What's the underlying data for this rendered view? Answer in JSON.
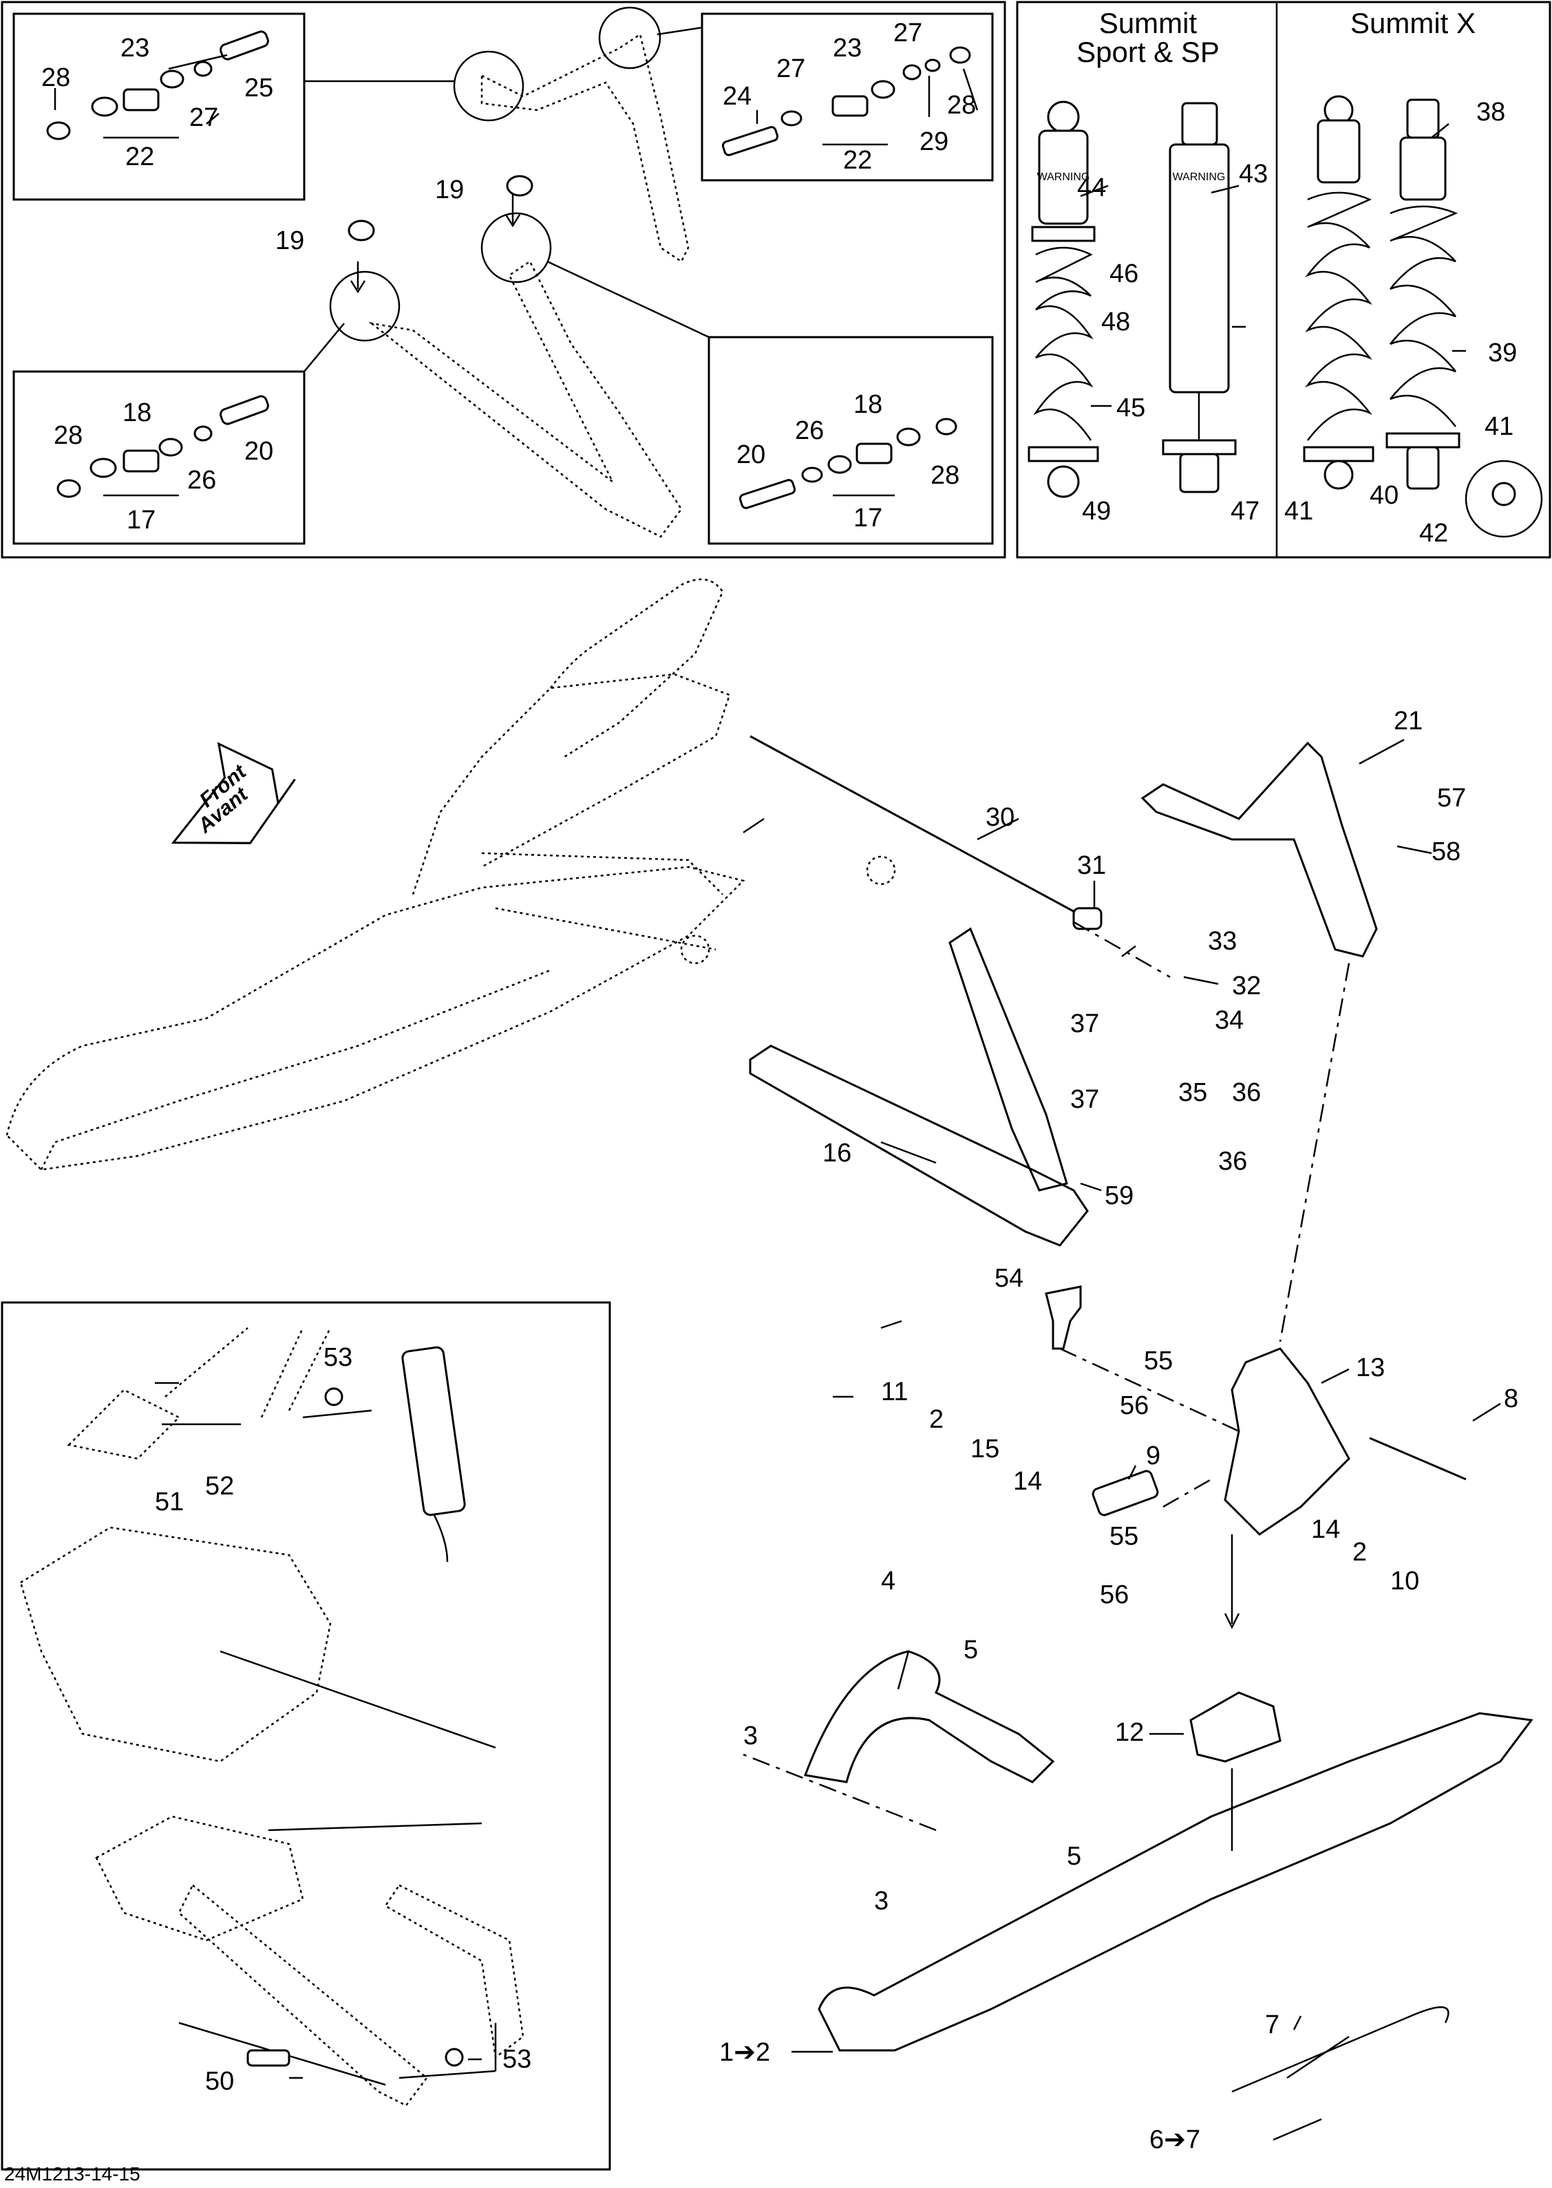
{
  "headers": {
    "summit_sport": "Summit\nSport & SP",
    "summit_x": "Summit X"
  },
  "arrow_label": [
    "Front",
    "Avant"
  ],
  "warning_label": "WARNING",
  "figure_id": "24M1213-14-15",
  "callouts": {
    "c1": "1",
    "c2": "2",
    "c3": "3",
    "c4": "4",
    "c5": "5",
    "c6": "6",
    "c7": "7",
    "c8": "8",
    "c9": "9",
    "c10": "10",
    "c11": "11",
    "c12": "12",
    "c13": "13",
    "c14": "14",
    "c15": "15",
    "c16": "16",
    "c17": "17",
    "c18": "18",
    "c19": "19",
    "c20": "20",
    "c21": "21",
    "c22": "22",
    "c23": "23",
    "c24": "24",
    "c25": "25",
    "c26": "26",
    "c27": "27",
    "c28": "28",
    "c29": "29",
    "c30": "30",
    "c31": "31",
    "c32": "32",
    "c33": "33",
    "c34": "34",
    "c35": "35",
    "c36": "36",
    "c37": "37",
    "c38": "38",
    "c39": "39",
    "c40": "40",
    "c41": "41",
    "c42": "42",
    "c43": "43",
    "c44": "44",
    "c45": "45",
    "c46": "46",
    "c47": "47",
    "c48": "48",
    "c49": "49",
    "c50": "50",
    "c51": "51",
    "c52": "52",
    "c53": "53",
    "c54": "54",
    "c55": "55",
    "c56": "56",
    "c57": "57",
    "c58": "58",
    "c59": "59",
    "c1to2": "1➔2",
    "c6to7": "6➔7"
  }
}
